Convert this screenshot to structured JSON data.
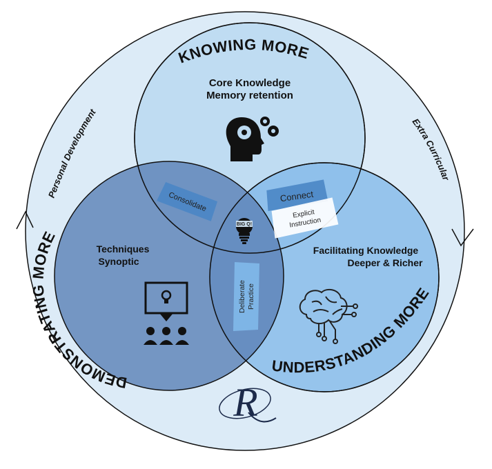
{
  "outer_ring": {
    "left_label": "Personal Development",
    "right_label": "Extra Curricular"
  },
  "circles": {
    "knowing": {
      "title": "KNOWING MORE",
      "line1": "Core Knowledge",
      "line2": "Memory retention",
      "icon": "head-gears-icon",
      "color": "#bcdaf1"
    },
    "demonstrating": {
      "title": "DEMONSTRATING MORE",
      "line1": "Techniques",
      "line2": "Synoptic",
      "icon": "presentation-audience-icon",
      "color": "#5d83b7"
    },
    "understanding": {
      "title": "UNDERSTANDING MORE",
      "line1": "Facilitating Knowledge",
      "line2": "Deeper & Richer",
      "icon": "circuit-brain-icon",
      "color": "#7fb7e8"
    }
  },
  "overlaps": {
    "consolidate": "Consolidate",
    "connect": "Connect",
    "explicit_line1": "Explicit",
    "explicit_line2": "Instruction",
    "deliberate_line1": "Deliberate",
    "deliberate_line2": "Practice",
    "center_label": "BIG Q!"
  },
  "logo": {
    "letter": "R"
  }
}
